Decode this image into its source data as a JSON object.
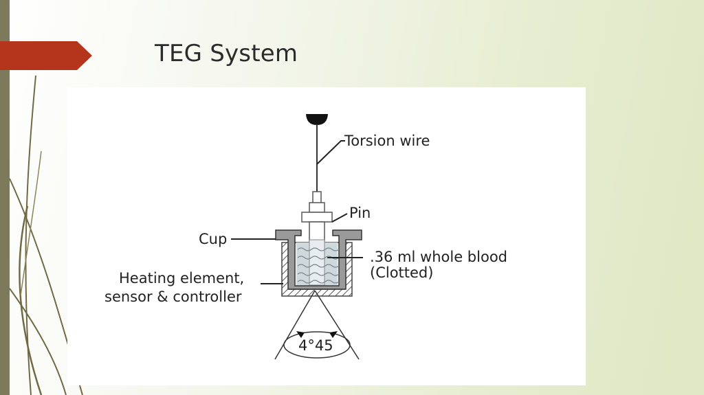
{
  "slide": {
    "title": "TEG System"
  },
  "diagram": {
    "labels": {
      "torsion_wire": "Torsion wire",
      "pin": "Pin",
      "cup": "Cup",
      "blood_line1": ".36 ml whole blood",
      "blood_line2": "(Clotted)",
      "heating_line1": "Heating element,",
      "heating_line2": "sensor & controller",
      "angle": "4°45"
    }
  },
  "colors": {
    "accent_tab": "#b5341c",
    "side_bar": "#7d7a5c",
    "vine": "#6f6a45"
  }
}
